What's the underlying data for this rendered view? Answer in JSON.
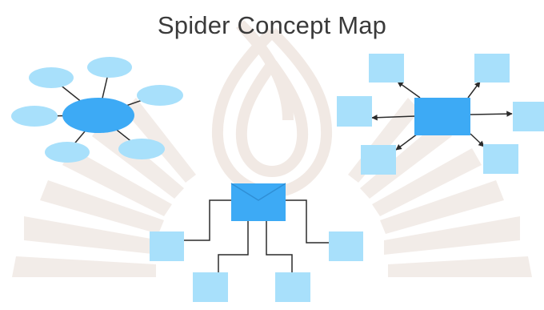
{
  "title": "Spider Concept Map",
  "colors": {
    "center_fill": "#3daaf5",
    "branch_fill": "#a8e0fb",
    "line": "#2b2b2b",
    "watermark": "#efe6e0",
    "title": "#3a3a3a"
  },
  "diagrams": [
    {
      "name": "ellipse-spider",
      "center_shape": "ellipse",
      "branch_shape": "ellipse",
      "branch_count": 6,
      "connector": "straight-line"
    },
    {
      "name": "arrow-spider",
      "center_shape": "rectangle",
      "branch_shape": "square",
      "branch_count": 6,
      "connector": "arrow"
    },
    {
      "name": "tree-spider",
      "center_shape": "envelope-rectangle",
      "branch_shape": "square",
      "branch_count": 4,
      "connector": "elbow-line"
    }
  ]
}
